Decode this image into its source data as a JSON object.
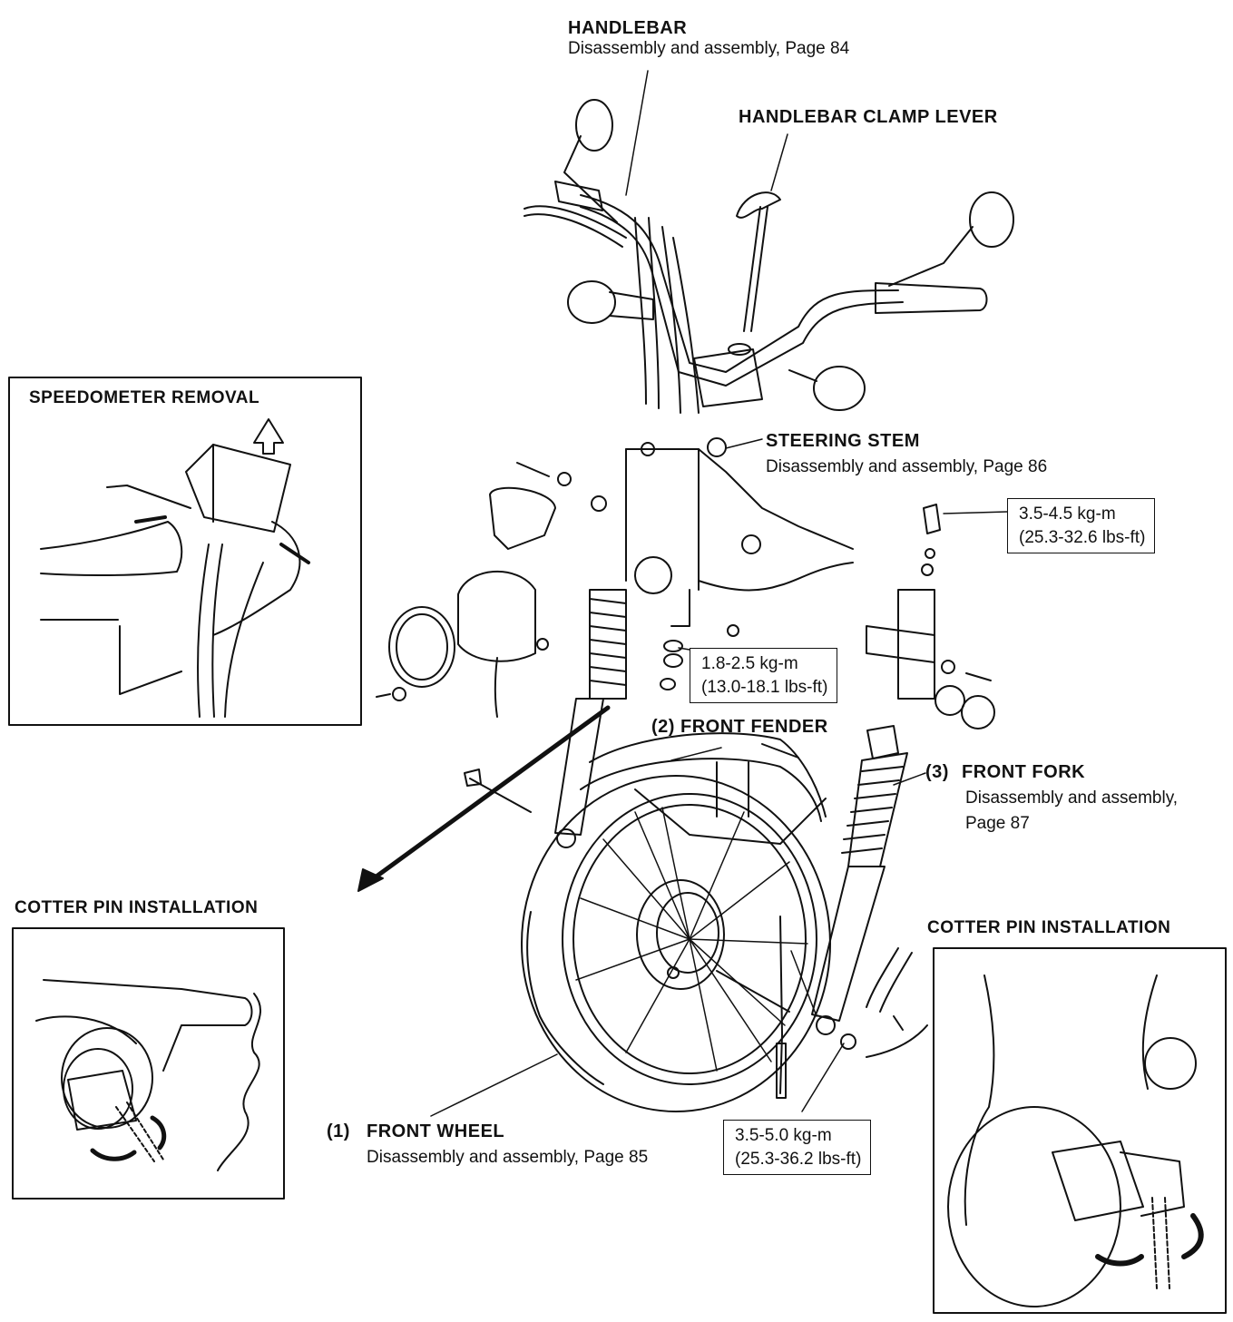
{
  "labels": {
    "handlebar": {
      "title": "HANDLEBAR",
      "sub": "Disassembly and assembly, Page 84"
    },
    "clamp_lever": {
      "title": "HANDLEBAR CLAMP LEVER"
    },
    "speedometer": {
      "title": "SPEEDOMETER REMOVAL"
    },
    "steering_stem": {
      "title": "STEERING STEM",
      "sub": "Disassembly and assembly, Page 86"
    },
    "front_fender": {
      "num": "(2)",
      "title": "FRONT FENDER"
    },
    "front_fork": {
      "num": "(3)",
      "title": "FRONT FORK",
      "sub1": "Disassembly and assembly,",
      "sub2": "Page 87"
    },
    "front_wheel": {
      "num": "(1)",
      "title": "FRONT WHEEL",
      "sub": "Disassembly and assembly, Page 85"
    },
    "cotter_left": {
      "title": "COTTER PIN INSTALLATION"
    },
    "cotter_right": {
      "title": "COTTER PIN INSTALLATION"
    }
  },
  "torques": {
    "stem_bolt": {
      "metric": "3.5-4.5 kg-m",
      "imperial": "(25.3-32.6 lbs-ft)"
    },
    "fork_bolt": {
      "metric": "1.8-2.5 kg-m",
      "imperial": "(13.0-18.1 lbs-ft)"
    },
    "axle_nut": {
      "metric": "3.5-5.0 kg-m",
      "imperial": "(25.3-36.2 lbs-ft)"
    }
  }
}
